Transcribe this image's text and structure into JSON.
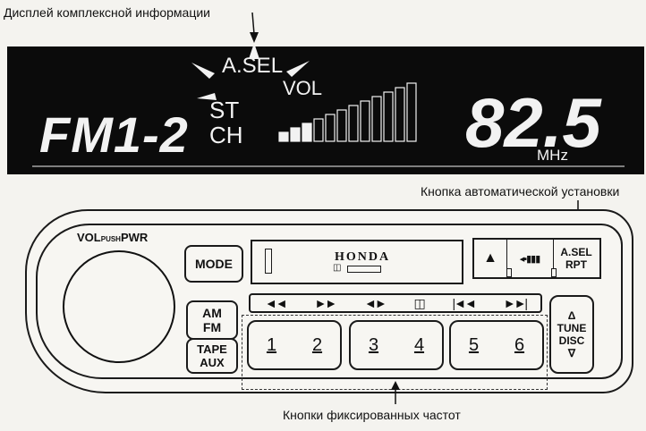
{
  "callouts": {
    "display": "Дисплей комплексной информации",
    "auto_select": "Кнопка автоматической установки",
    "presets": "Кнопки фиксированных частот"
  },
  "display": {
    "band": "FM1-2",
    "stereo": "ST",
    "channel": "CH",
    "asel": "A.SEL",
    "volume_label": "VOL",
    "volume_level_bars": 12,
    "volume_active_bars": 3,
    "frequency": "82.5",
    "unit": "MHz"
  },
  "radio": {
    "vol_label_main": "VOL",
    "vol_label_push": "PUSH",
    "vol_label_pwr": "PWR",
    "brand": "HONDA",
    "buttons": {
      "mode": "MODE",
      "eject": "▲",
      "scan": "◂▪▮▮▮",
      "asel_line1": "A.SEL",
      "asel_line2": "RPT",
      "am": "AM",
      "fm": "FM",
      "tape": "TAPE",
      "aux": "AUX",
      "tune_up": "Δ",
      "tune": "TUNE",
      "disc": "DISC",
      "tune_down": "∇"
    },
    "transport": [
      "◄◄",
      "►►",
      "◄►",
      "◫",
      "|◄◄",
      "►►|"
    ],
    "presets": [
      "1",
      "2",
      "3",
      "4",
      "5",
      "6"
    ]
  },
  "colors": {
    "lcd_background": "#0b0b0b",
    "lcd_text": "#f2f2f2",
    "line": "#1a1a1a"
  }
}
